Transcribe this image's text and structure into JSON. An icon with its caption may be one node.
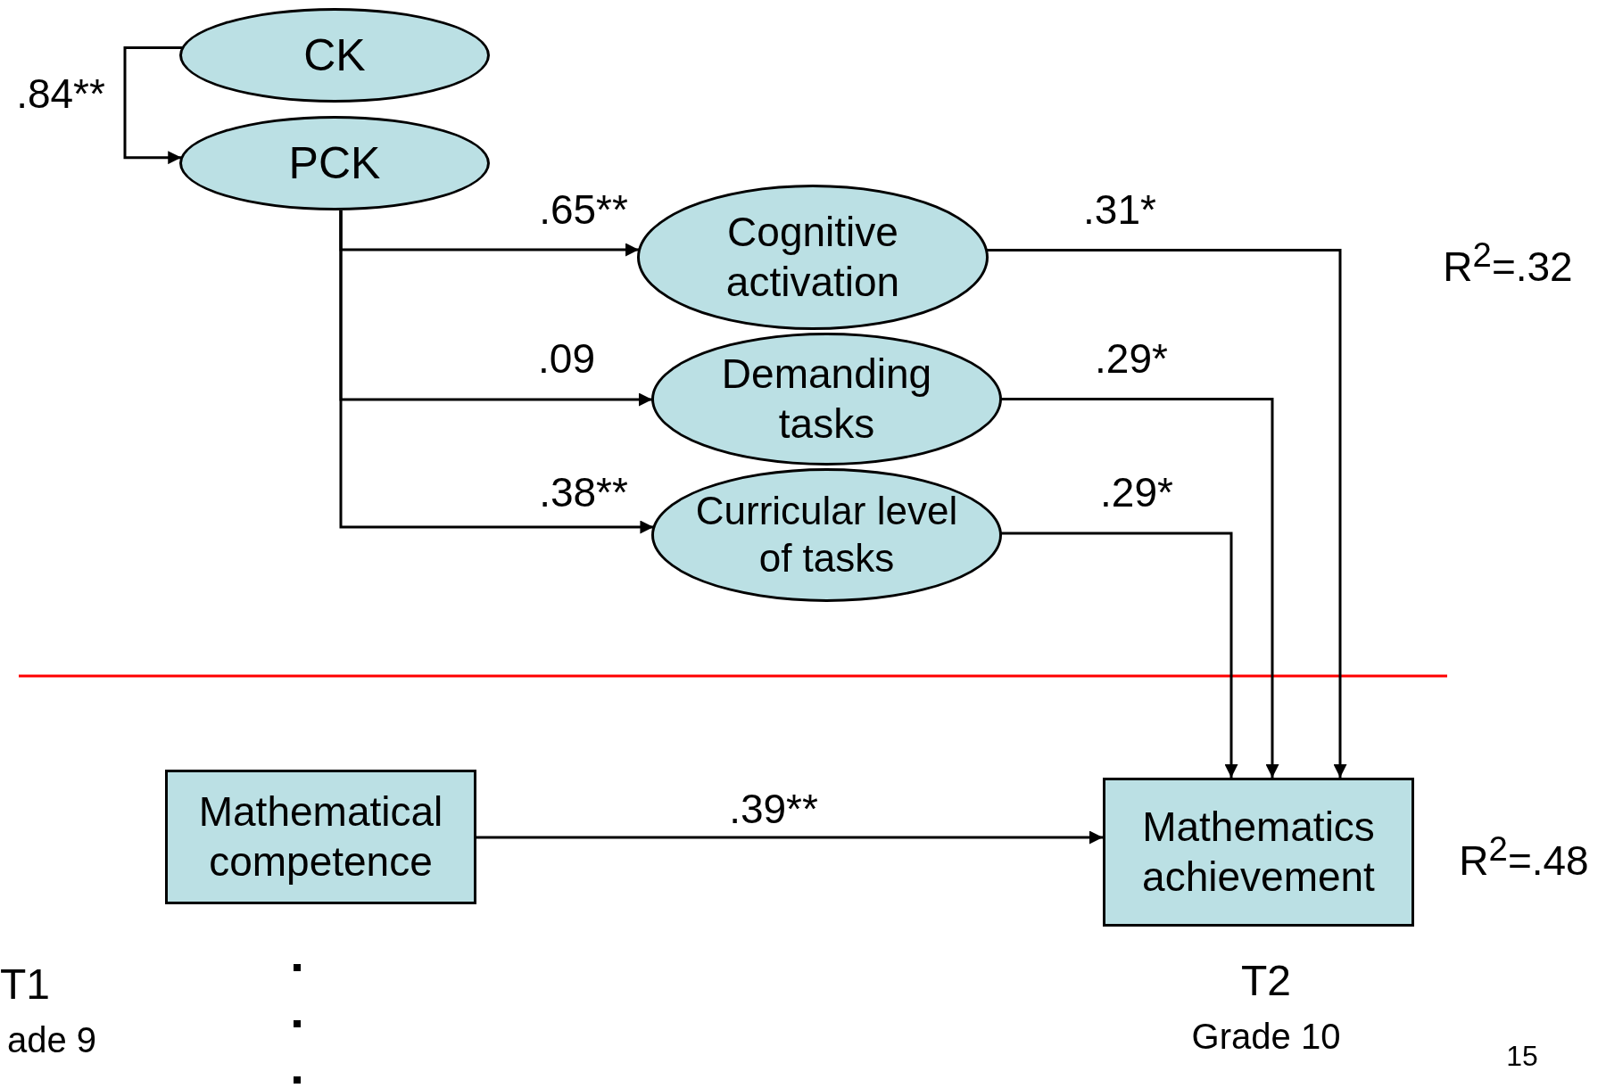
{
  "diagram": {
    "nodes": [
      {
        "text": [
          "CK"
        ]
      },
      {
        "text": [
          "PCK"
        ]
      },
      {
        "text": [
          "Cognitive activation"
        ]
      },
      {
        "text": [
          "Demanding tasks"
        ]
      },
      {
        "text": [
          "Curricular level of tasks"
        ]
      },
      {
        "text": [
          "Mathematical competence"
        ]
      },
      {
        "text": [
          "Mathematics achievement"
        ]
      }
    ],
    "edges": [
      {
        "from": 0,
        "to": 1,
        "arrow": "to",
        "label": ".84**"
      },
      {
        "from": 1,
        "to": 2,
        "arrow": "to",
        "label": ".65**"
      },
      {
        "from": 1,
        "to": 3,
        "arrow": "to",
        "label": ".09"
      },
      {
        "from": 1,
        "to": 4,
        "arrow": "to",
        "label": ".38**"
      },
      {
        "from": 2,
        "to": 6,
        "arrow": "to",
        "label": ".31*"
      },
      {
        "from": 3,
        "to": 6,
        "arrow": "to",
        "label": ".29*"
      },
      {
        "from": 4,
        "to": 6,
        "arrow": "to",
        "label": ".29*"
      },
      {
        "from": 5,
        "to": 6,
        "arrow": "to",
        "label": ".39**"
      }
    ],
    "labels": [
      "R$^{2}$=.32",
      "R$^{2}$=.48",
      "T1",
      "ade 9",
      "T2",
      "Grade 10",
      "15"
    ]
  }
}
